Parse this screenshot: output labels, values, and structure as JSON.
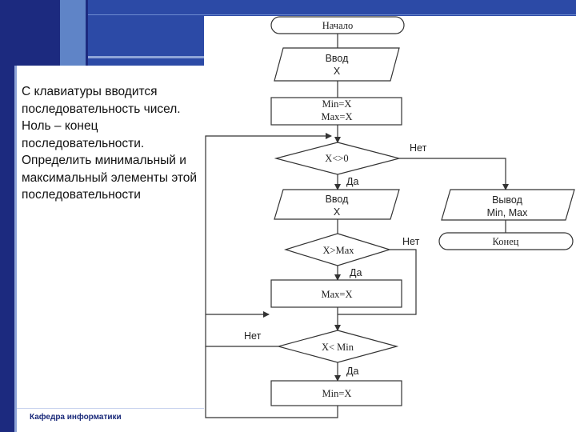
{
  "slide": {
    "task_text": "С клавиатуры вводится последовательность чисел. Ноль – конец последовательности. Определить минимальный и максимальный элементы этой последовательности",
    "footer": "Кафедра информатики"
  },
  "flowchart": {
    "start": "Начало",
    "input1_line1": "Ввод",
    "input1_line2": "X",
    "init_line1": "Min=X",
    "init_line2": "Max=X",
    "cond1": "X<>0",
    "cond1_no": "Нет",
    "cond1_yes": "Да",
    "input2_line1": "Ввод",
    "input2_line2": "X",
    "output_line1": "Вывод",
    "output_line2": "Min, Max",
    "end": "Конец",
    "cond2": "X>Max",
    "cond2_no": "Нет",
    "cond2_yes": "Да",
    "assign_max": "Max=X",
    "cond3": "X< Min",
    "cond3_no": "Нет",
    "cond3_yes": "Да",
    "assign_min": "Min=X"
  },
  "colors": {
    "navy": "#1c2a7f",
    "blue": "#2c4aa6",
    "light_blue": "#5f84c7",
    "lines": "#333333"
  }
}
